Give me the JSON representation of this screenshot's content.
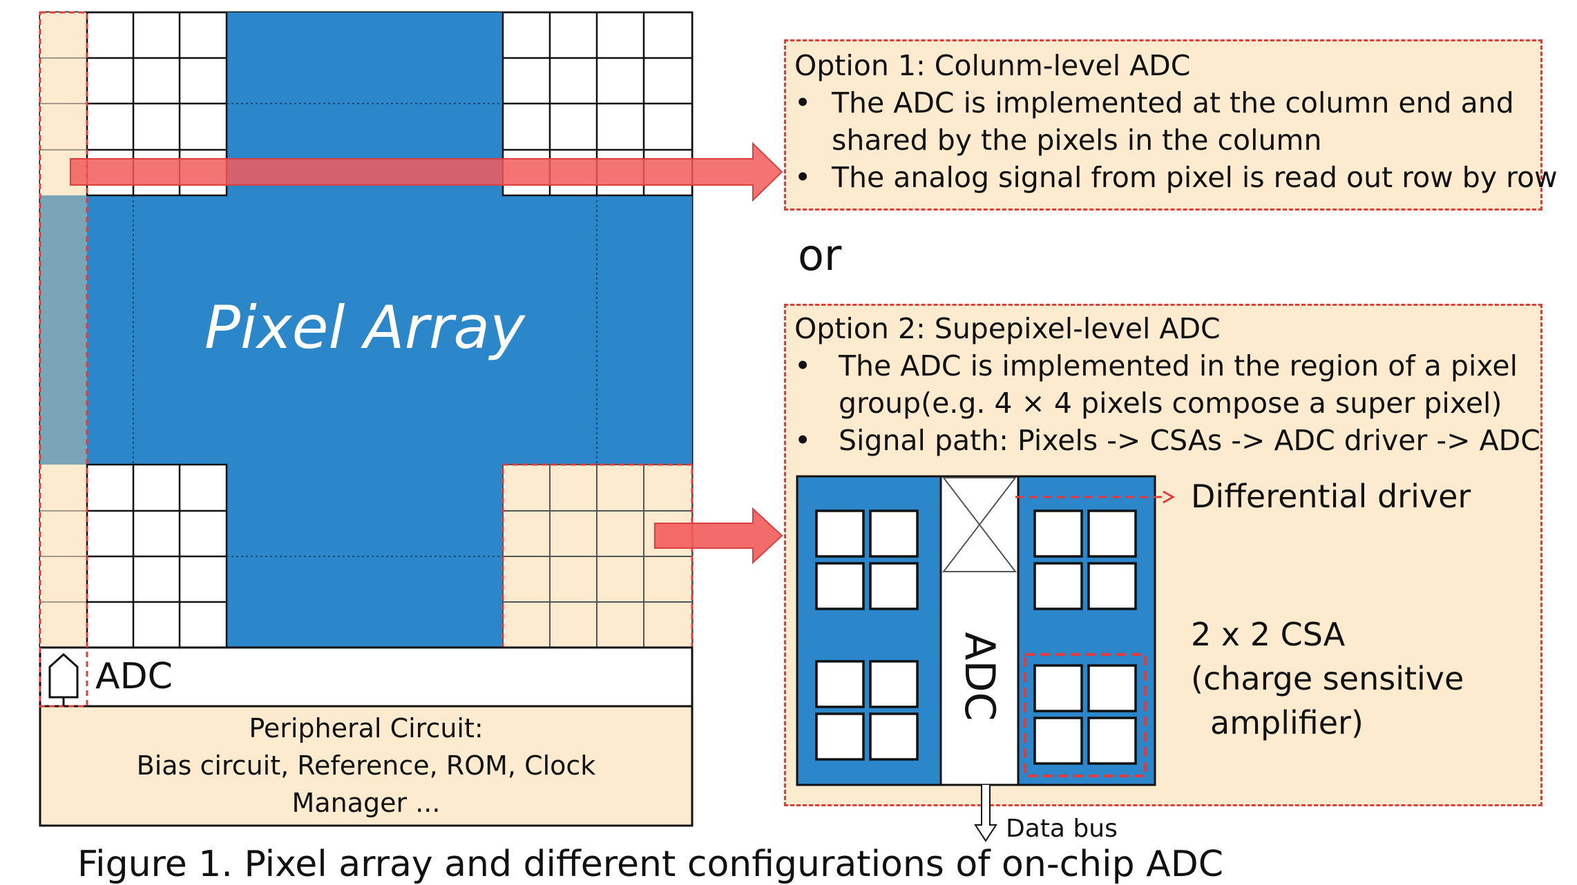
{
  "pixel_array": {
    "label": "Pixel Array",
    "adc_label": "ADC",
    "peripheral": {
      "line1": "Peripheral Circuit:",
      "line2": "Bias circuit, Reference, ROM, Clock",
      "line3": "Manager ..."
    }
  },
  "option1": {
    "title": "Option 1: Colunm-level ADC",
    "bullets": [
      "The ADC is implemented at the column end and",
      "shared by the pixels in the column",
      "The analog signal from pixel is read out row by row"
    ]
  },
  "or_label": "or",
  "option2": {
    "title": "Option 2: Supepixel-level ADC",
    "bullets": [
      "The ADC is implemented in the region of a pixel",
      "group(e.g. 4 × 4 pixels compose a super pixel)",
      "Signal path: Pixels -> CSAs -> ADC driver -> ADC"
    ],
    "adc_label": "ADC",
    "differential_driver": "Differential driver",
    "csa_line1": "2 x 2 CSA",
    "csa_line2": "(charge sensitive",
    "csa_line3": "amplifier)",
    "data_bus": "Data bus"
  },
  "caption": "Figure 1. Pixel array and different configurations of on-chip ADC",
  "colors": {
    "pixel_blue": "#2b87c9",
    "beige": "#fdebd0",
    "red_arrow": "#f25c5c",
    "dashed_red": "#e33a3a"
  }
}
